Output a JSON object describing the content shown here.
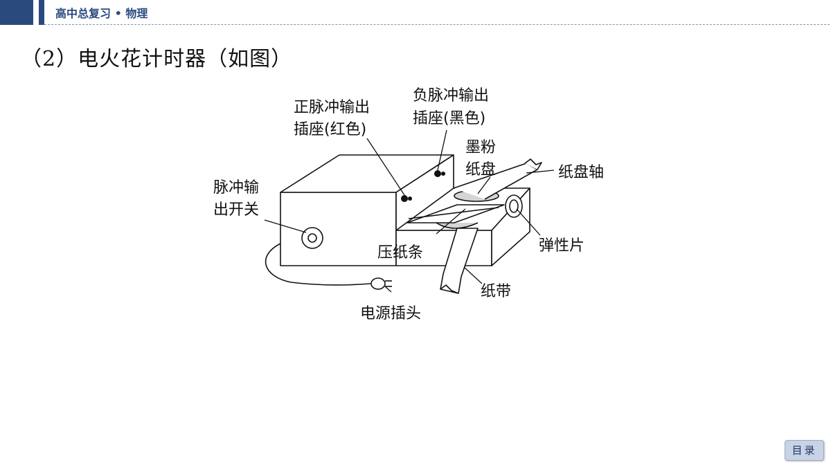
{
  "header": {
    "title": "高中总复习 • 物理",
    "accent_color": "#2a4a7e"
  },
  "section_title": "（2）电火花计时器（如图）",
  "diagram": {
    "labels": {
      "positive_socket_line1": "正脉冲输出",
      "positive_socket_line2": "插座(红色)",
      "negative_socket_line1": "负脉冲输出",
      "negative_socket_line2": "插座(黑色)",
      "ink_disc_line1": "墨粉",
      "ink_disc_line2": "纸盘",
      "disc_axle": "纸盘轴",
      "switch_line1": "脉冲输",
      "switch_line2": "出开关",
      "press_strip": "压纸条",
      "spring_plate": "弹性片",
      "paper_tape": "纸带",
      "power_plug": "电源插头"
    }
  },
  "nav": {
    "toc_label": "目录"
  }
}
